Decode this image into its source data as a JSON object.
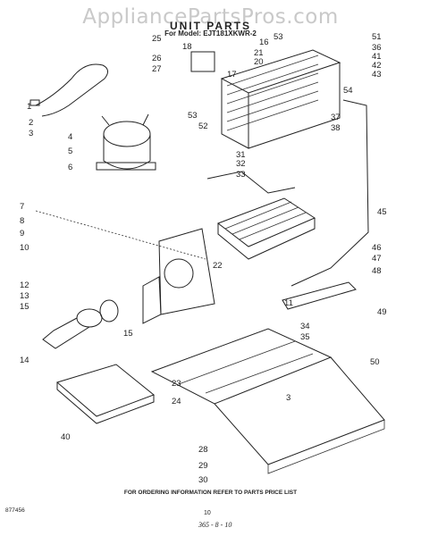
{
  "watermark": "AppliancePartsPros.com",
  "title": "UNIT PARTS",
  "model": "For Model: EJT181XKWR-2",
  "labels": [
    "1",
    "2",
    "3",
    "4",
    "5",
    "6",
    "7",
    "8",
    "9",
    "10",
    "11",
    "12",
    "13",
    "14",
    "15",
    "15",
    "16",
    "17",
    "18",
    "20",
    "21",
    "22",
    "23",
    "24",
    "25",
    "26",
    "27",
    "28",
    "29",
    "30",
    "31",
    "32",
    "33",
    "34",
    "35",
    "36",
    "37",
    "38",
    "40",
    "41",
    "42",
    "43",
    "45",
    "46",
    "47",
    "48",
    "49",
    "50",
    "51",
    "52",
    "53",
    "53",
    "54",
    "3"
  ],
  "footer": "FOR ORDERING INFORMATION REFER TO PARTS PRICE LIST",
  "code": "877456",
  "page": "10",
  "handwritten": "365 - 8 - 10"
}
